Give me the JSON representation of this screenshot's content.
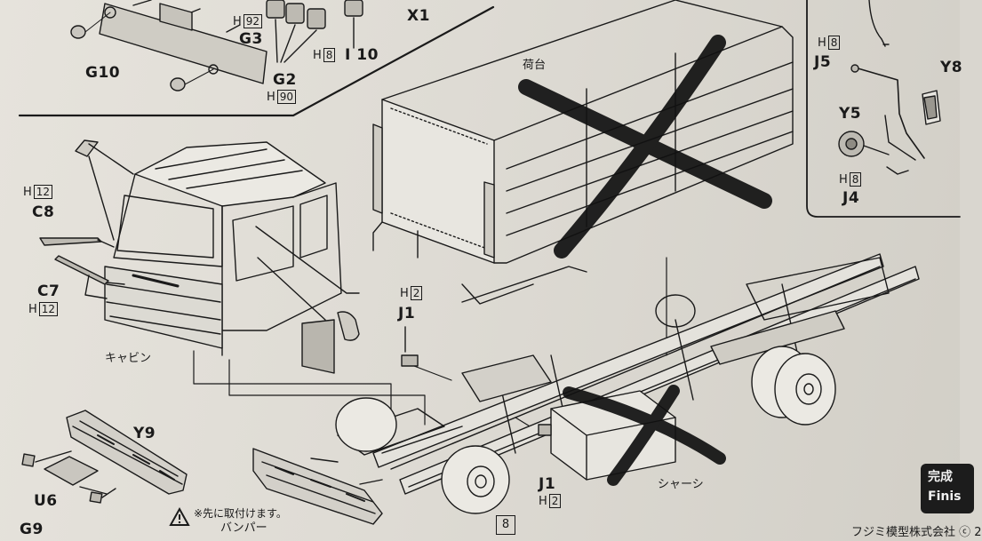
{
  "labels": {
    "x1": "X1",
    "g3": "G3",
    "h92": {
      "prefix": "H",
      "num": "92"
    },
    "g2": "G2",
    "h90": {
      "prefix": "H",
      "num": "90"
    },
    "i10": "I 10",
    "h8_i10": {
      "prefix": "H",
      "num": "8"
    },
    "g10": "G10",
    "h12_c8": {
      "prefix": "H",
      "num": "12"
    },
    "c8": "C8",
    "c7": "C7",
    "h12_c7": {
      "prefix": "H",
      "num": "12"
    },
    "h2_top": {
      "prefix": "H",
      "num": "2"
    },
    "j1_top": "J1",
    "j1_bottom": "J1",
    "h2_bottom": {
      "prefix": "H",
      "num": "2"
    },
    "h8_j5": {
      "prefix": "H",
      "num": "8"
    },
    "j5": "J5",
    "y5": "Y5",
    "y8": "Y8",
    "h8_j4": {
      "prefix": "H",
      "num": "8"
    },
    "j4": "J4",
    "y9": "Y9",
    "u6": "U6",
    "g9": "G9"
  },
  "japanese": {
    "cargo_bed": "荷台",
    "cabin": "キャビン",
    "chassis": "シャーシ",
    "bumper": "バンパー",
    "attach_first_note": "※先に取付けます。"
  },
  "finish_badge": {
    "line1": "完成",
    "line2": "Finis"
  },
  "page_number": "8",
  "company": "フジミ模型株式会社 ⓒ 2",
  "colors": {
    "paper": "#e3e0d9",
    "ink": "#1a1a1a",
    "marker": "#111111",
    "badge": "#1c1c1c"
  },
  "icons": [
    "warning-triangle-icon"
  ]
}
